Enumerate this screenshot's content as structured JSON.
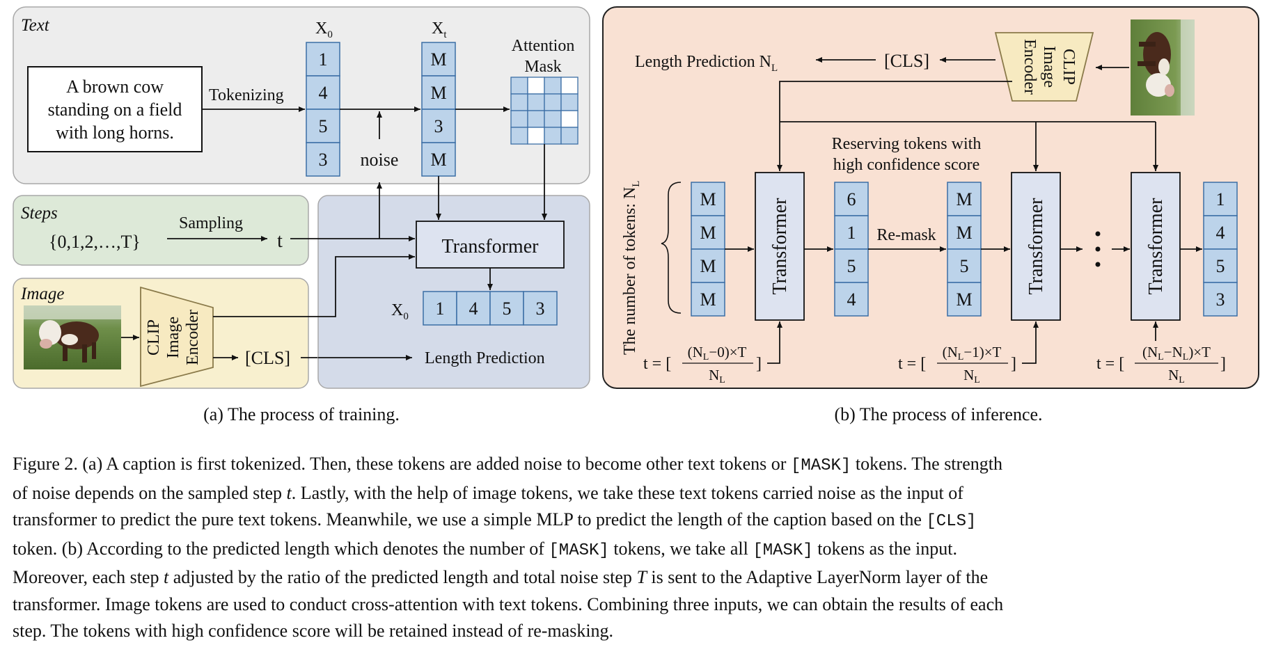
{
  "panel_a": {
    "text_section": {
      "title": "Text",
      "caption_lines": [
        "A brown cow",
        "standing on a field",
        "with long horns."
      ],
      "tokenizing_label": "Tokenizing",
      "x0_label": "X",
      "x0_sub": "0",
      "x0_tokens": [
        "1",
        "4",
        "5",
        "3"
      ],
      "noise_label": "noise",
      "xt_label": "X",
      "xt_sub": "t",
      "xt_tokens": [
        "M",
        "M",
        "3",
        "M"
      ],
      "attention_mask_lines": [
        "Attention",
        "Mask"
      ]
    },
    "steps_section": {
      "title": "Steps",
      "set_label": "{0,1,2,…,T}",
      "sampling_label": "Sampling",
      "t_label": "t"
    },
    "image_section": {
      "title": "Image",
      "encoder_lines": [
        "CLIP",
        "Image",
        "Encoder"
      ],
      "cls_label": "[CLS]",
      "length_prediction_label": "Length Prediction"
    },
    "transformer_label": "Transformer",
    "output_label": "X",
    "output_sub": "0",
    "output_tokens": [
      "1",
      "4",
      "5",
      "3"
    ],
    "subcaption": "(a) The process of training."
  },
  "panel_b": {
    "length_prediction_label": "Length Prediction N",
    "length_prediction_sub": "L",
    "cls_label": "[CLS]",
    "encoder_lines": [
      "CLIP",
      "Image",
      "Encoder"
    ],
    "num_tokens_label": "The number of  tokens:  N",
    "num_tokens_sub": "L",
    "reserving_lines": [
      "Reserving tokens with",
      "high confidence score"
    ],
    "remask_label": "Re-mask",
    "transformer_label": "Transformer",
    "input_tokens": [
      "M",
      "M",
      "M",
      "M"
    ],
    "step1_output": [
      "6",
      "1",
      "5",
      "4"
    ],
    "step2_input": [
      "M",
      "M",
      "5",
      "M"
    ],
    "final_output": [
      "1",
      "4",
      "5",
      "3"
    ],
    "ellipsis": "⋮",
    "t_formulas": [
      {
        "prefix": "t = [",
        "num": "(N",
        "num_sub": "L",
        "num_rest": "−0)×T",
        "den": "N",
        "den_sub": "L",
        "suffix": "]"
      },
      {
        "prefix": "t = [",
        "num": "(N",
        "num_sub": "L",
        "num_rest": "−1)×T",
        "den": "N",
        "den_sub": "L",
        "suffix": "]"
      },
      {
        "prefix": "t = [",
        "num": "(N",
        "num_sub": "L",
        "num_rest": "−N",
        "num_sub2": "L",
        "num_rest2": ")×T",
        "den": "N",
        "den_sub": "L",
        "suffix": "]"
      }
    ],
    "subcaption": "(b) The process of inference."
  },
  "caption": {
    "l1a": "Figure 2. (a) A caption is first tokenized. Then, these tokens are added noise to become other text tokens or ",
    "mask": "[MASK]",
    "l1b": " tokens. The strength",
    "l2a": "of noise depends on the sampled step ",
    "t": "t",
    "l2b": ".  Lastly, with the help of image tokens, we take these text tokens carried noise as the input of",
    "l3a": "transformer to predict the pure text tokens. Meanwhile, we use a simple MLP to predict the length of the caption based on the ",
    "cls": "[CLS]",
    "l4a": "token.  (b) According to the predicted length which denotes the number of ",
    "l4b": " tokens, we take all ",
    "l4c": " tokens as the input.",
    "l5a": "Moreover, each step ",
    "l5b": " adjusted by the ratio of the predicted length and total noise step ",
    "T": "T",
    "l5c": " is sent to the Adaptive LayerNorm layer of the",
    "l6": "transformer. Image tokens are used to conduct cross-attention with text tokens. Combining three inputs, we can obtain the results of each",
    "l7": "step. The tokens with high confidence score will be retained instead of re-masking."
  },
  "colors": {
    "token_fill": "#bcd3ea",
    "token_stroke": "#3b6ea5",
    "text_bg": "#ededed",
    "steps_bg": "#dde9d8",
    "image_bg": "#f8f0cf",
    "core_bg": "#d4dbe9",
    "inference_bg": "#f9e1d3",
    "encoder_fill": "#f7eac1",
    "transformer_fill": "#dde3f0"
  }
}
